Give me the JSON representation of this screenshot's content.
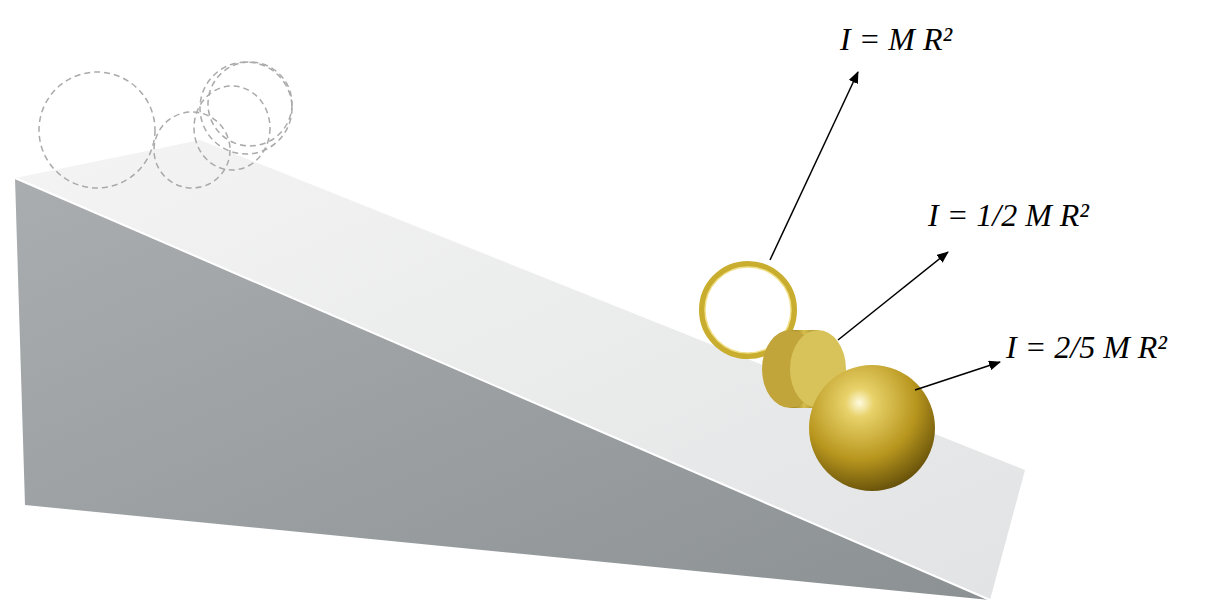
{
  "diagram": {
    "labels": [
      "I = M R²",
      "I = 1/2 M R²",
      "I = 2/5 M R²"
    ]
  }
}
